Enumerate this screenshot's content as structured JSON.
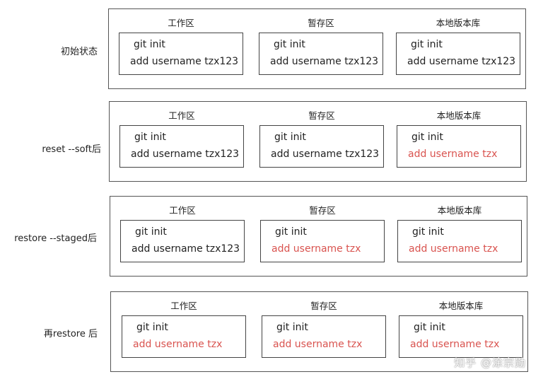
{
  "columns": [
    "工作区",
    "暂存区",
    "本地版本库"
  ],
  "rows": [
    {
      "label": "初始状态",
      "cells": [
        [
          {
            "text": "git init",
            "red": false
          },
          {
            "text": "add username tzx123",
            "red": false
          }
        ],
        [
          {
            "text": "git init",
            "red": false
          },
          {
            "text": "add username tzx123",
            "red": false
          }
        ],
        [
          {
            "text": "git init",
            "red": false
          },
          {
            "text": "add username tzx123",
            "red": false
          }
        ]
      ]
    },
    {
      "label": "reset --soft后",
      "cells": [
        [
          {
            "text": "git init",
            "red": false
          },
          {
            "text": "add username tzx123",
            "red": false
          }
        ],
        [
          {
            "text": "git init",
            "red": false
          },
          {
            "text": "add username tzx123",
            "red": false
          }
        ],
        [
          {
            "text": "git init",
            "red": false
          },
          {
            "text": "add username tzx",
            "red": true
          }
        ]
      ]
    },
    {
      "label": "restore --staged后",
      "cells": [
        [
          {
            "text": "git init",
            "red": false
          },
          {
            "text": "add username tzx123",
            "red": false
          }
        ],
        [
          {
            "text": "git init",
            "red": false
          },
          {
            "text": "add username tzx",
            "red": true
          }
        ],
        [
          {
            "text": "git init",
            "red": false
          },
          {
            "text": "add username tzx",
            "red": true
          }
        ]
      ]
    },
    {
      "label": "再restore 后",
      "cells": [
        [
          {
            "text": "git init",
            "red": false
          },
          {
            "text": "add username tzx",
            "red": true
          }
        ],
        [
          {
            "text": "git init",
            "red": false
          },
          {
            "text": "add username tzx",
            "red": true
          }
        ],
        [
          {
            "text": "git init",
            "red": false
          },
          {
            "text": "add username tzx",
            "red": true
          }
        ]
      ]
    }
  ],
  "watermark": "知乎 @涂宗勋",
  "colors": {
    "changed_text": "#d9534f",
    "border": "#444444"
  }
}
